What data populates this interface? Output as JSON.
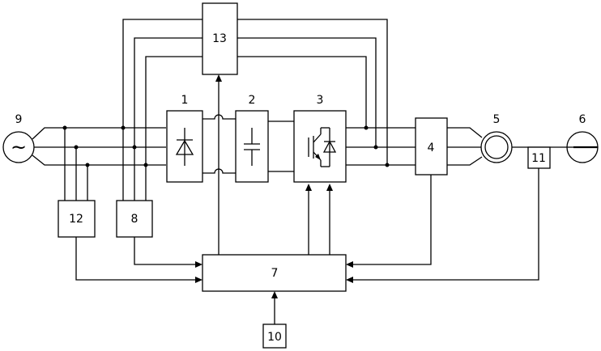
{
  "labels": {
    "b1": "1",
    "b2": "2",
    "b3": "3",
    "b4": "4",
    "b5": "5",
    "b6": "6",
    "b7": "7",
    "b8": "8",
    "b9": "9",
    "b10": "10",
    "b11": "11",
    "b12": "12",
    "b13": "13"
  },
  "source_symbol": "~"
}
